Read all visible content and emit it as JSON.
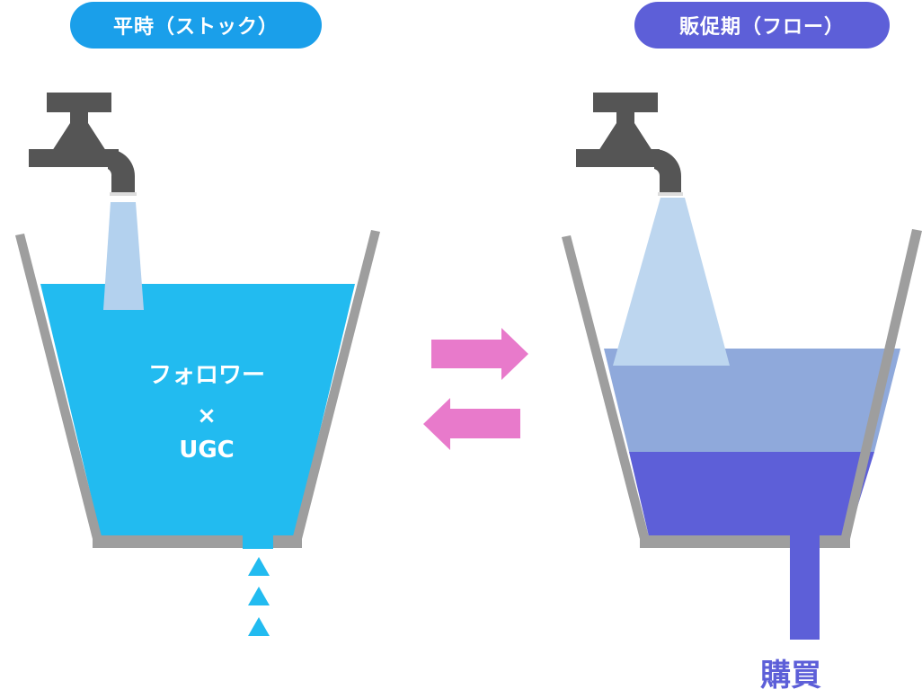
{
  "labels": {
    "stock_title": "平時（ストック）",
    "flow_title": "販促期（フロー）",
    "bucket_line1": "フォロワー",
    "bucket_line2": "×",
    "bucket_line3": "UGC",
    "purchase": "購買"
  },
  "colors": {
    "stock_accent": "#1a9fea",
    "flow_accent": "#5d5fd8",
    "water": "#22bbf0",
    "water_light": "#8fa9db",
    "faucet": "#555555",
    "bucket_wall": "#9e9e9e",
    "arrow": "#e87acb"
  },
  "icons": {
    "faucet": "faucet-icon",
    "arrows": "exchange-arrows-icon",
    "drip": "drip-triangle-icon"
  }
}
